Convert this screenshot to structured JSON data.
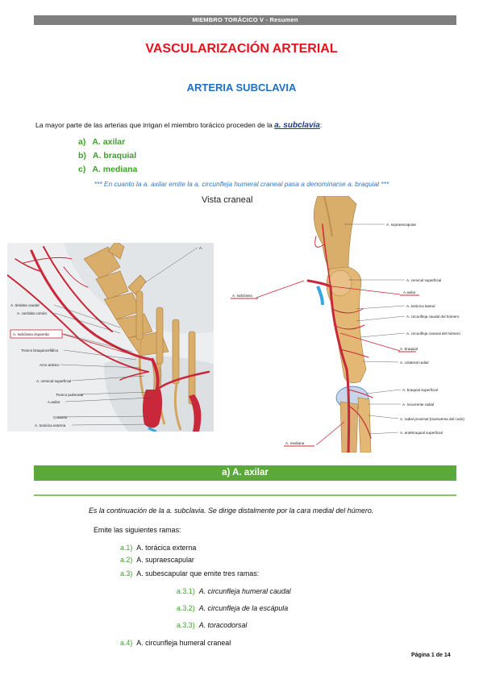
{
  "header": {
    "text": "MIEMBRO TORÁCICO V - Resumen"
  },
  "title": "VASCULARIZACIÓN ARTERIAL",
  "subtitle": "ARTERIA SUBCLAVIA",
  "intro": {
    "text": "La mayor parte de las arterias que irrigan el miembro torácico proceden de la ",
    "keyword": "a. subclavia",
    "suffix": ":"
  },
  "main_branches": [
    {
      "marker": "a)",
      "label": "A. axilar"
    },
    {
      "marker": "b)",
      "label": "A. braquial"
    },
    {
      "marker": "c)",
      "label": "A. mediana"
    }
  ],
  "note": "*** En cuanto la a. axilar emite la a. circunfleja humeral craneal pasa a denominarse a. braquial ***",
  "view_label": "Vista craneal",
  "figure_left_labels": {
    "a": "A.",
    "tiroidea": "A. tiroidea caudal",
    "carotida": "A. carótida común",
    "subclavia_izq": "A. subclavia izquierda",
    "tronco_braq": "Tronco braquiocefálico",
    "arco": "Arco aórtico",
    "cervical": "A. cervical superficial",
    "tronco_pulm": "Tronco pulmonar",
    "axilar": "A.axilar",
    "corazon": "Corazón",
    "toracica": "A. torácica externa"
  },
  "figure_right_labels": {
    "supraescapular": "A. supraescapular",
    "cervical_sup": "A. cervical superficial",
    "subclavia": "A. subclavia",
    "axilar": "A.axilar",
    "toracica_lat": "A. torácica lateral",
    "circ_caudal": "A. circunfleja caudal del húmero",
    "circ_craneal": "A. circunfleja craneal del húmero",
    "braquial": "A. braquial",
    "colateral": "A. colateral radial",
    "braq_sup": "A. braquial superficial",
    "recurrente": "A. recurrente radial",
    "radial_prox": "A. radial proximal (transversa del codo)",
    "antebraquial": "A. antebraquial superficial",
    "mediana": "A. mediana"
  },
  "section": {
    "label": "a)  A. axilar"
  },
  "description": "Es la continuación de la a. subclavia. Se dirige distalmente por la cara medial del húmero.",
  "branches_title": "Emite las siguientes ramas:",
  "branches": [
    {
      "code": "a.1)",
      "label": "A. torácica externa"
    },
    {
      "code": "a.2)",
      "label": "A. supraescapular"
    },
    {
      "code": "a.3)",
      "label": "A. subescapular que emite tres ramas:"
    },
    {
      "code": "a.3.1)",
      "label": "A. circunfleja humeral caudal"
    },
    {
      "code": "a.3.2)",
      "label": "A. circunfleja de la escápula"
    },
    {
      "code": "a.3.3)",
      "label": "A. toracodorsal"
    },
    {
      "code": "a.4)",
      "label": "A. circunfleja humeral craneal"
    }
  ],
  "footer": "Página 1 de 14",
  "colors": {
    "title_red": "#e8121b",
    "subtitle_blue": "#1f6fc5",
    "green": "#3ea02a",
    "section_green": "#5ba93b"
  }
}
